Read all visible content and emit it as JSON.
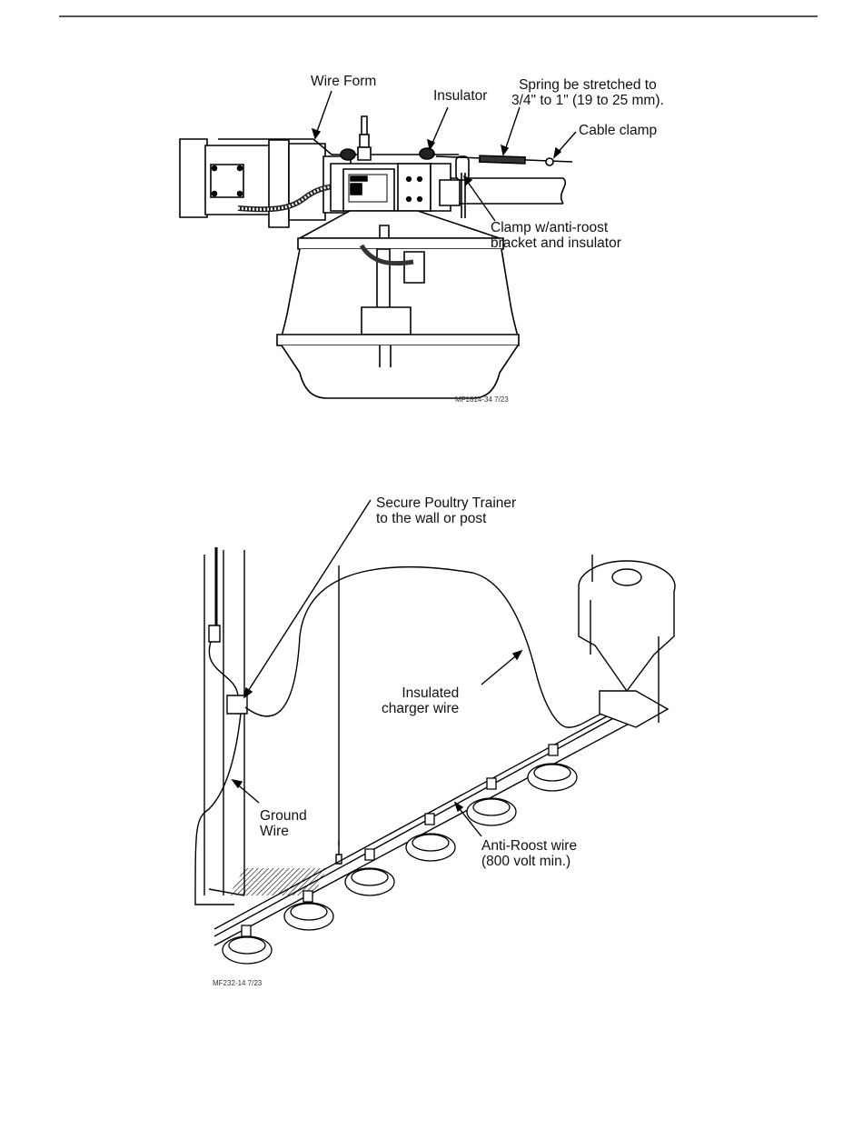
{
  "page": {
    "header_rule": true
  },
  "figure1": {
    "id": "MF1814-34 7/23",
    "callouts": {
      "wire_form": "Wire Form",
      "insulator": "Insulator",
      "spring": "Spring be stretched to\n3/4\" to 1\" (19 to 25 mm).",
      "cable_clamp": "Cable clamp",
      "clamp": "Clamp w/anti-roost\nbracket and insulator"
    }
  },
  "figure2": {
    "id": "MF232-14 7/23",
    "callouts": {
      "secure_trainer": "Secure Poultry Trainer\nto the wall or post",
      "insulated_wire": "Insulated\ncharger wire",
      "ground_wire": "Ground\nWire",
      "anti_roost": "Anti-Roost wire\n(800 volt min.)"
    }
  }
}
